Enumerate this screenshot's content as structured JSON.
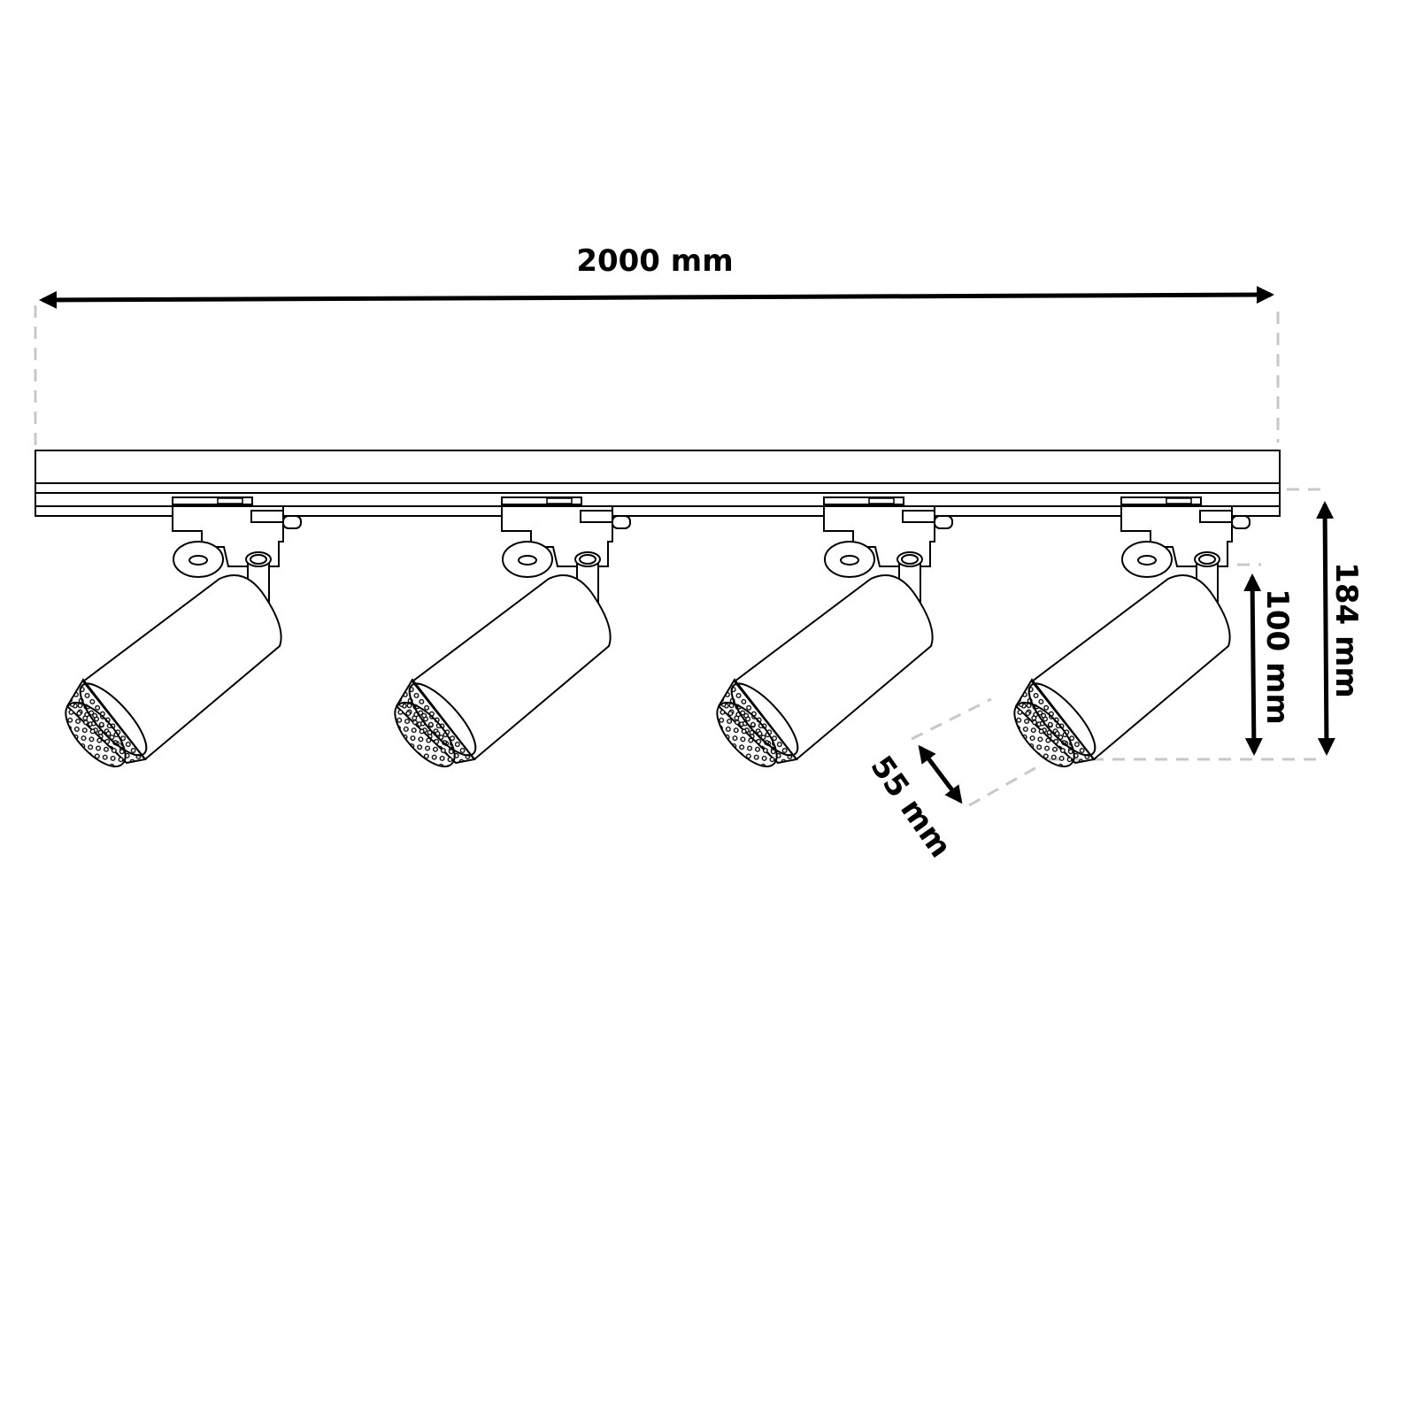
{
  "diagram": {
    "spotlight_count": 4,
    "dimensions": {
      "track_length": "2000 mm",
      "total_height": "184 mm",
      "head_height": "100 mm",
      "head_diameter": "55 mm"
    },
    "colors": {
      "line": "#000000",
      "guide": "#c8c8c8",
      "background": "#ffffff"
    }
  }
}
